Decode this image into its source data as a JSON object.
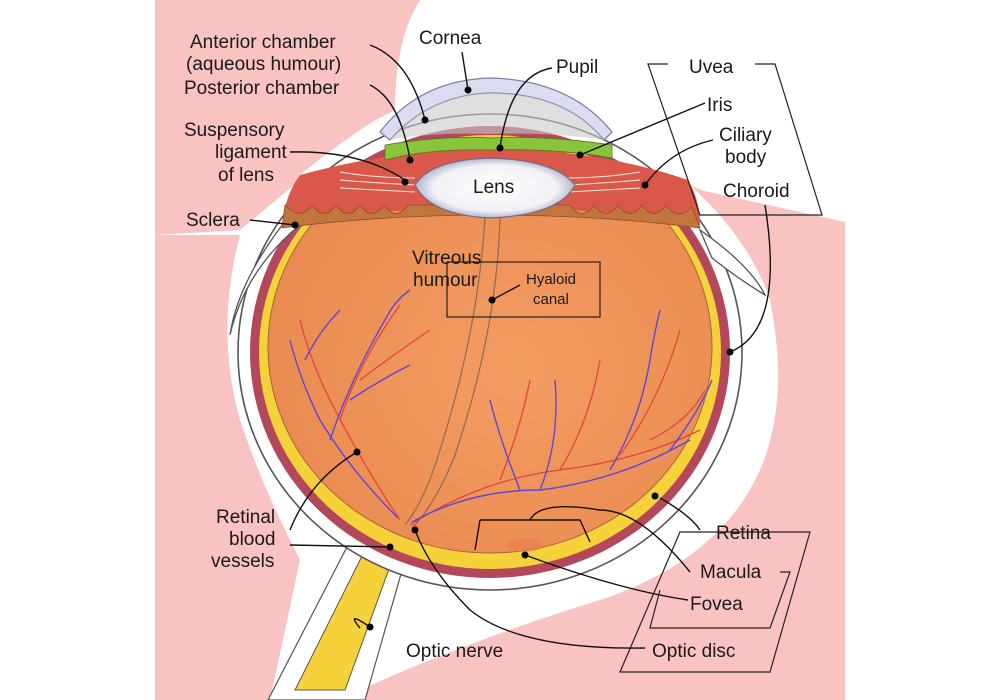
{
  "labels": {
    "cornea": "Cornea",
    "anterior_1": "Anterior chamber",
    "anterior_2": "(aqueous humour)",
    "posterior": "Posterior chamber",
    "suspensory_1": "Suspensory",
    "suspensory_2": "ligament",
    "suspensory_3": "of lens",
    "sclera": "Sclera",
    "pupil": "Pupil",
    "uvea": "Uvea",
    "iris": "Iris",
    "ciliary_1": "Ciliary",
    "ciliary_2": "body",
    "choroid": "Choroid",
    "lens": "Lens",
    "vitreous_1": "Vitreous",
    "vitreous_2": "humour",
    "hyaloid_1": "Hyaloid",
    "hyaloid_2": "canal",
    "retinal_1": "Retinal",
    "retinal_2": "blood",
    "retinal_3": "vessels",
    "retina": "Retina",
    "macula": "Macula",
    "fovea": "Fovea",
    "optic_nerve": "Optic nerve",
    "optic_disc": "Optic disc"
  },
  "colors": {
    "background_tissue": "#f9c3c2",
    "sclera": "#ffffff",
    "choroid": "#b5475b",
    "retina": "#f6d23a",
    "vitreous": "#f0915a",
    "cornea": "#dcdcf0",
    "iris": "#8ac43a",
    "artery": "#e8433a",
    "vein": "#5a48d8",
    "ciliary": "#d9584a"
  }
}
